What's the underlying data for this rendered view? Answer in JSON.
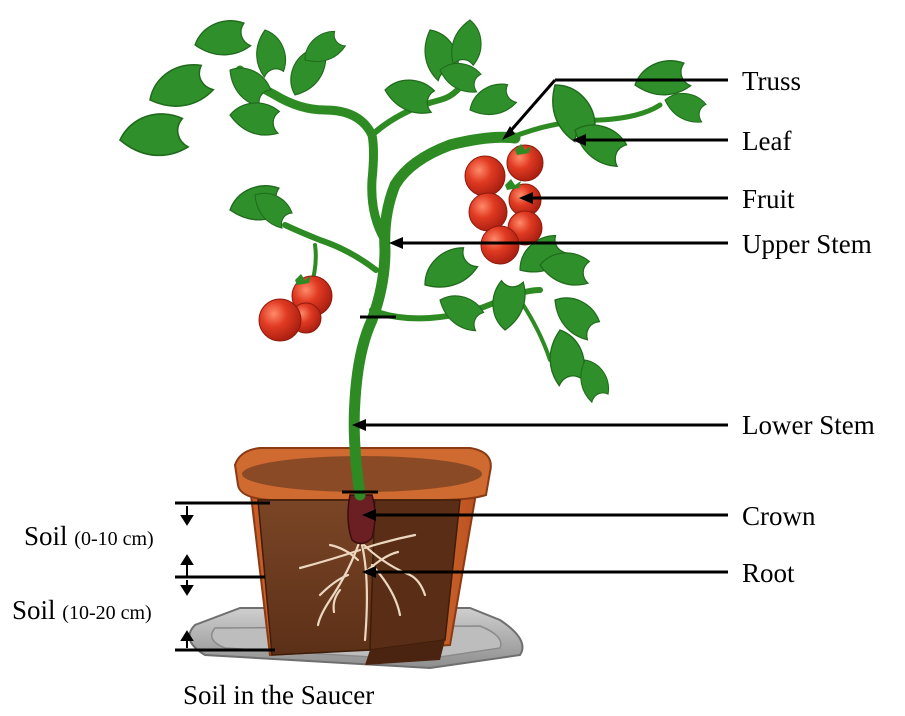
{
  "labels": {
    "truss": "Truss",
    "leaf": "Leaf",
    "fruit": "Fruit",
    "upper_stem": "Upper Stem",
    "lower_stem": "Lower Stem",
    "crown": "Crown",
    "root": "Root"
  },
  "soil": {
    "layer1_word": "Soil",
    "layer1_range": "(0-10 cm)",
    "layer2_word": "Soil",
    "layer2_range": "(10-20 cm)",
    "saucer": "Soil in the Saucer"
  },
  "colors": {
    "leaf_green": "#2f8f2a",
    "stem_green": "#2e8b23",
    "tomato_red": "#d8311f",
    "pot_terracotta": "#c8602b",
    "soil_brown": "#6a3a20",
    "saucer_grey": "#a7a7a7"
  }
}
